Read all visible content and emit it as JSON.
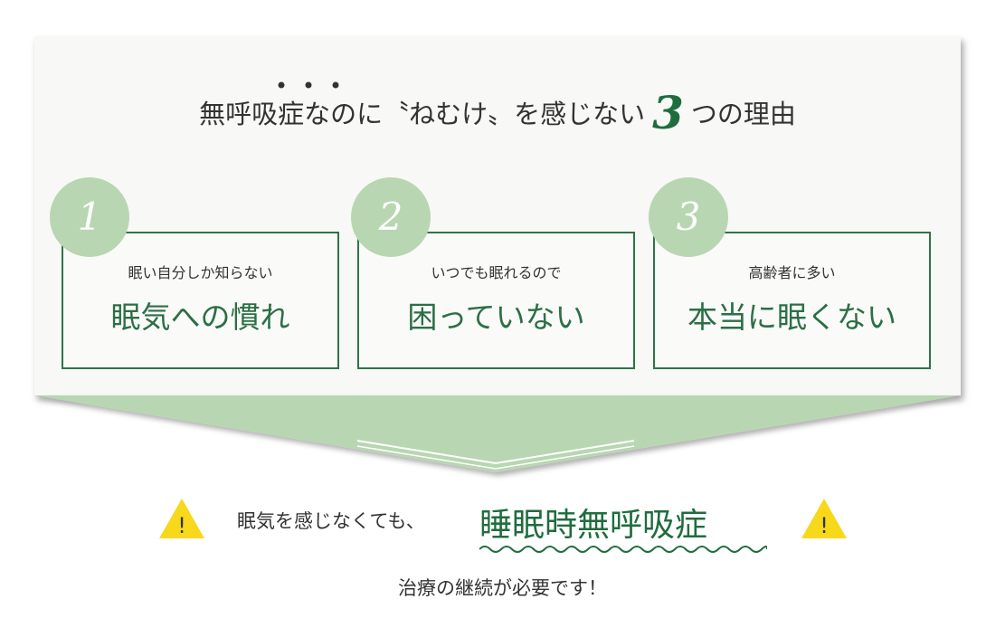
{
  "headline": {
    "prefix": "無呼吸症なのに〝ねむけ〟を感じない",
    "number": "3",
    "suffix": "つの理由"
  },
  "reasons": [
    {
      "number": "1",
      "sub": "眠い自分しか知らない",
      "main": "眠気への慣れ"
    },
    {
      "number": "2",
      "sub": "いつでも眠れるので",
      "main": "困っていない"
    },
    {
      "number": "3",
      "sub": "高齢者に多い",
      "main": "本当に眠くない"
    }
  ],
  "conclusion": {
    "lead": "眠気を感じなくても、",
    "key": "睡眠時無呼吸症",
    "footer": "治療の継続が必要です！",
    "warning_symbol": "!"
  },
  "colors": {
    "accent_dark": "#1f6d3e",
    "accent_light": "#b8d6b2",
    "warning": "#f7d81a"
  }
}
